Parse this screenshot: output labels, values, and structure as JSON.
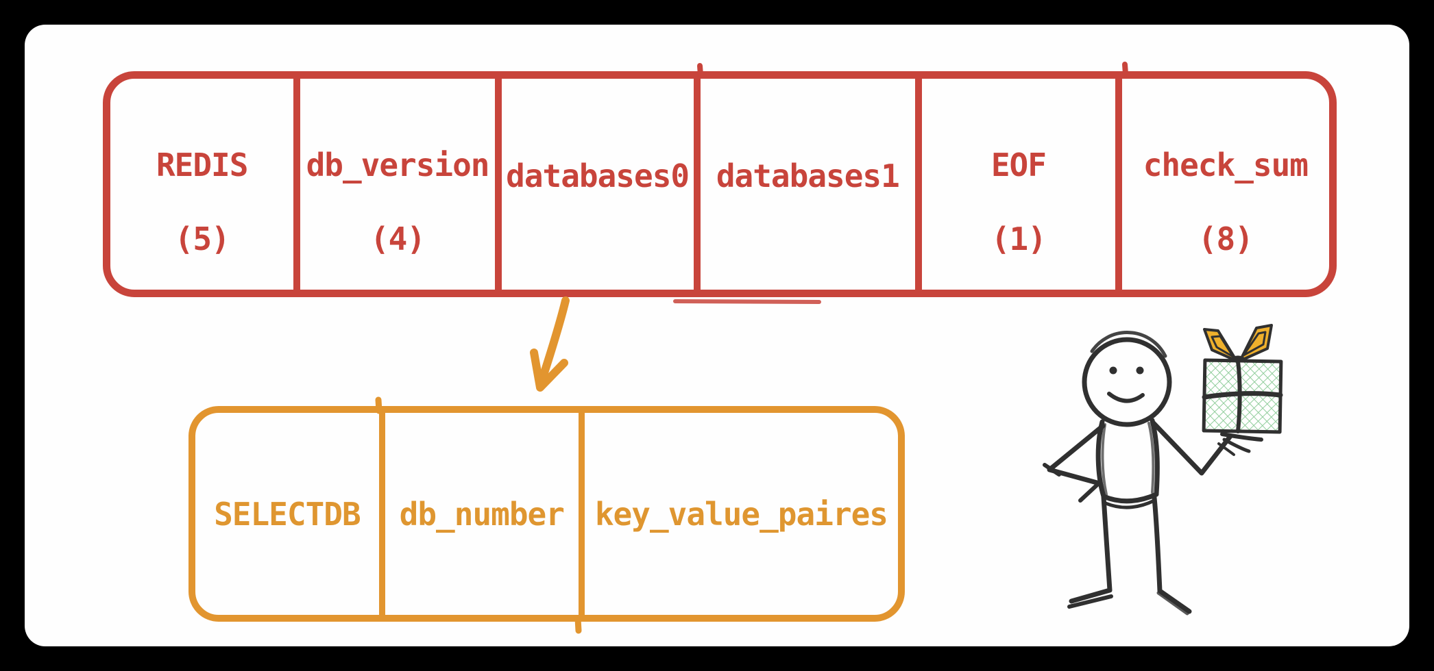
{
  "colors": {
    "frame": "#000000",
    "panel": "#fefefe",
    "red": "#c8443b",
    "orange": "#e2952f",
    "ink": "#303030",
    "gift_green": "#90cd9b",
    "bow_yellow": "#efb02c"
  },
  "rdb_box": {
    "cells": [
      {
        "name": "REDIS",
        "size": "(5)"
      },
      {
        "name": "db_version",
        "size": "(4)"
      },
      {
        "name": "databases0",
        "size": ""
      },
      {
        "name": "databases1",
        "size": ""
      },
      {
        "name": "EOF",
        "size": "(1)"
      },
      {
        "name": "check_sum",
        "size": "(8)"
      }
    ]
  },
  "selectdb_box": {
    "cells": [
      {
        "name": "SELECTDB"
      },
      {
        "name": "db_number"
      },
      {
        "name": "key_value_paires"
      }
    ]
  },
  "icons": {
    "arrow": "down-arrow",
    "figure": "stick-figure-holding-gift"
  }
}
